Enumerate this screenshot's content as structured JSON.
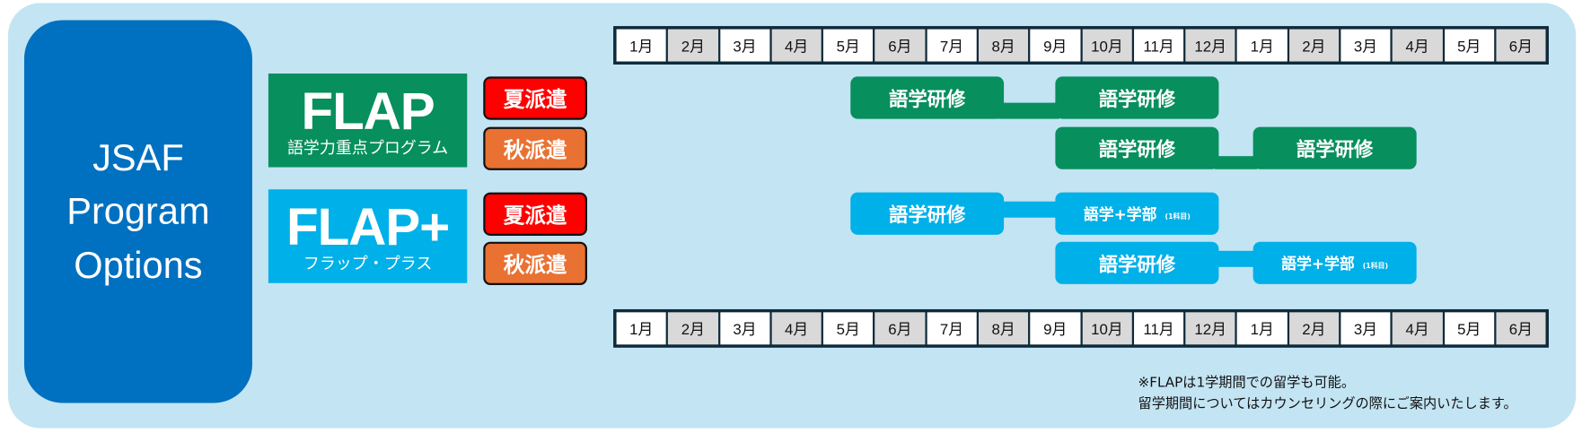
{
  "title": "JSAF Program Options",
  "programs": [
    {
      "name": "FLAP",
      "subtitle": "語学力重点プログラム",
      "color": "#078f5e"
    },
    {
      "name": "FLAP+",
      "subtitle": "フラップ・プラス",
      "color": "#00b0e8"
    }
  ],
  "departures": {
    "summer": "夏派遣",
    "autumn": "秋派遣"
  },
  "months": [
    "1月",
    "2月",
    "3月",
    "4月",
    "5月",
    "6月",
    "7月",
    "8月",
    "9月",
    "10月",
    "11月",
    "12月",
    "1月",
    "2月",
    "3月",
    "4月",
    "5月",
    "6月"
  ],
  "bars": {
    "language_training": "語学研修",
    "language_plus_faculty": "語学+学部",
    "one_subject": "(1科目)"
  },
  "note": {
    "line1": "※FLAPは1学期間での留学も可能。",
    "line2": "留学期間についてはカウンセリングの際にご案内いたします。"
  }
}
